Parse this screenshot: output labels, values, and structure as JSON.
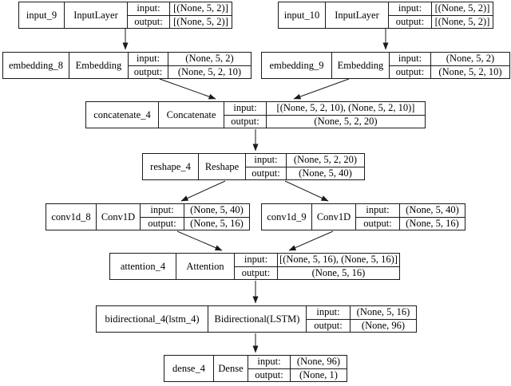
{
  "diagram": {
    "kind": "keras-model-architecture-graph",
    "background_color": "#ffffff",
    "line_color": "#1a1a1a",
    "io_labels": {
      "input": "input:",
      "output": "output:"
    },
    "nodes": [
      {
        "id": "input_9",
        "name": "input_9",
        "type": "InputLayer",
        "input_shape": "[(None, 5, 2)]",
        "output_shape": "[(None, 5, 2)]"
      },
      {
        "id": "input_10",
        "name": "input_10",
        "type": "InputLayer",
        "input_shape": "[(None, 5, 2)]",
        "output_shape": "[(None, 5, 2)]"
      },
      {
        "id": "embedding_8",
        "name": "embedding_8",
        "type": "Embedding",
        "input_shape": "(None, 5, 2)",
        "output_shape": "(None, 5, 2, 10)"
      },
      {
        "id": "embedding_9",
        "name": "embedding_9",
        "type": "Embedding",
        "input_shape": "(None, 5, 2)",
        "output_shape": "(None, 5, 2, 10)"
      },
      {
        "id": "concatenate_4",
        "name": "concatenate_4",
        "type": "Concatenate",
        "input_shape": "[(None, 5, 2, 10), (None, 5, 2, 10)]",
        "output_shape": "(None, 5, 2, 20)"
      },
      {
        "id": "reshape_4",
        "name": "reshape_4",
        "type": "Reshape",
        "input_shape": "(None, 5, 2, 20)",
        "output_shape": "(None, 5, 40)"
      },
      {
        "id": "conv1d_8",
        "name": "conv1d_8",
        "type": "Conv1D",
        "input_shape": "(None, 5, 40)",
        "output_shape": "(None, 5, 16)"
      },
      {
        "id": "conv1d_9",
        "name": "conv1d_9",
        "type": "Conv1D",
        "input_shape": "(None, 5, 40)",
        "output_shape": "(None, 5, 16)"
      },
      {
        "id": "attention_4",
        "name": "attention_4",
        "type": "Attention",
        "input_shape": "[(None, 5, 16), (None, 5, 16)]",
        "output_shape": "(None, 5, 16)"
      },
      {
        "id": "bidirectional_4",
        "name": "bidirectional_4(lstm_4)",
        "type": "Bidirectional(LSTM)",
        "input_shape": "(None, 5, 16)",
        "output_shape": "(None, 96)"
      },
      {
        "id": "dense_4",
        "name": "dense_4",
        "type": "Dense",
        "input_shape": "(None, 96)",
        "output_shape": "(None, 1)"
      }
    ],
    "edges": [
      {
        "from": "input_9",
        "to": "embedding_8"
      },
      {
        "from": "input_10",
        "to": "embedding_9"
      },
      {
        "from": "embedding_8",
        "to": "concatenate_4"
      },
      {
        "from": "embedding_9",
        "to": "concatenate_4"
      },
      {
        "from": "concatenate_4",
        "to": "reshape_4"
      },
      {
        "from": "reshape_4",
        "to": "conv1d_8"
      },
      {
        "from": "reshape_4",
        "to": "conv1d_9"
      },
      {
        "from": "conv1d_8",
        "to": "attention_4"
      },
      {
        "from": "conv1d_9",
        "to": "attention_4"
      },
      {
        "from": "attention_4",
        "to": "bidirectional_4"
      },
      {
        "from": "bidirectional_4",
        "to": "dense_4"
      }
    ]
  }
}
